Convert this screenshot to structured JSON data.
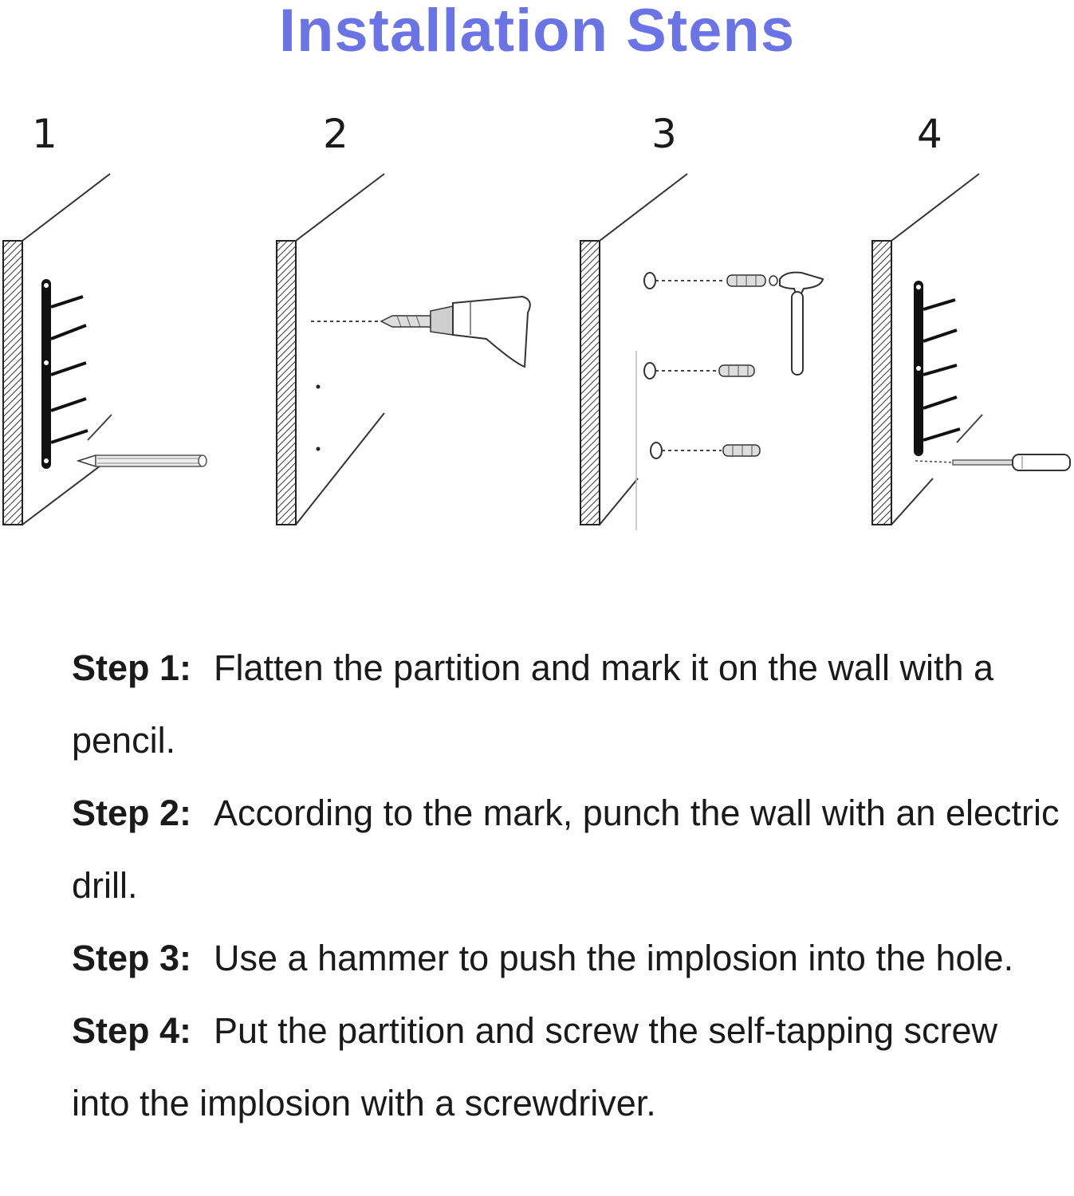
{
  "title": "Installation Stens",
  "colors": {
    "title": "#6b74e6",
    "ink": "#1a1a1a"
  },
  "panels": [
    {
      "number": "1",
      "icon": "pencil-icon"
    },
    {
      "number": "2",
      "icon": "electric-drill-icon"
    },
    {
      "number": "3",
      "icon": "hammer-icon"
    },
    {
      "number": "4",
      "icon": "screwdriver-icon"
    }
  ],
  "steps": [
    {
      "label": "Step 1:",
      "text": "Flatten the partition and mark it on the wall with a pencil."
    },
    {
      "label": "Step 2:",
      "text": "According to the mark, punch the wall with an electric drill."
    },
    {
      "label": "Step 3:",
      "text": "Use a hammer to push the implosion into the hole."
    },
    {
      "label": "Step 4:",
      "text": "Put the partition and screw the self-tapping screw into the implosion with a screwdriver."
    }
  ]
}
